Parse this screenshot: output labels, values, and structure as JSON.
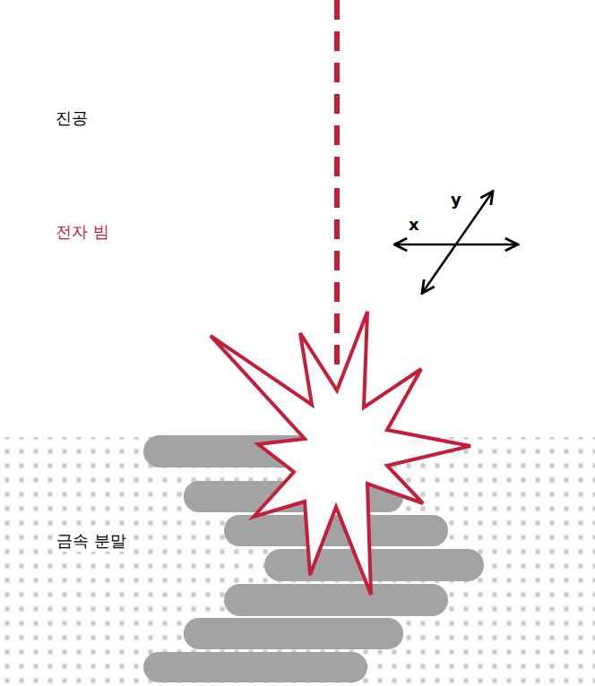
{
  "diagram": {
    "labels": [
      "진공",
      "전자 빔",
      "금속 분말",
      "x",
      "y"
    ]
  }
}
